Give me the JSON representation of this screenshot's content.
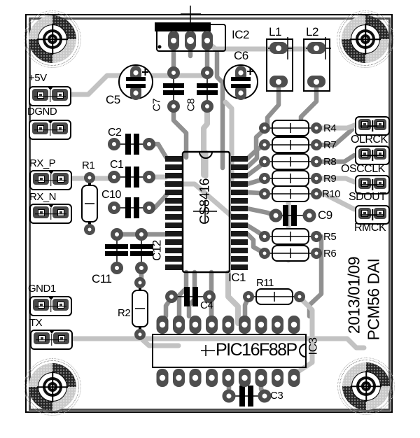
{
  "board": {
    "date": "2013/01/09",
    "title": "PCM56 DAI"
  },
  "connectors": {
    "left": [
      {
        "label": "+5V"
      },
      {
        "label": "DGND"
      },
      {
        "label": "RX_P"
      },
      {
        "label": "RX_N"
      },
      {
        "label": "GND1"
      },
      {
        "label": "TX"
      }
    ],
    "right": [
      {
        "label": "OLRCK"
      },
      {
        "label": "OSCCLK"
      },
      {
        "label": "SDOUT"
      },
      {
        "label": "RMCK"
      }
    ]
  },
  "components": {
    "ic1": {
      "ref": "IC1",
      "part": "CS8416"
    },
    "ic2": {
      "ref": "IC2"
    },
    "ic3": {
      "ref": "IC3",
      "part": "PIC16F88P"
    },
    "l1": "L1",
    "l2": "L2",
    "r1": "R1",
    "r2": "R2",
    "r4": "R4",
    "r5": "R5",
    "r6": "R6",
    "r7": "R7",
    "r8": "R8",
    "r9": "R9",
    "r10": "R10",
    "r11": "R11",
    "c1": "C1",
    "c2": "C2",
    "c3": "C3",
    "c4": "C4",
    "c5": "C5",
    "c6": "C6",
    "c7": "C7",
    "c8": "C8",
    "c9": "C9",
    "c10": "C10",
    "c11": "C11",
    "c12": "C12"
  },
  "colors": {
    "trace_light": "#c2c2c2",
    "trace_medium": "#909090",
    "pad": "#4e4e4e",
    "silkscreen": "#000000"
  }
}
